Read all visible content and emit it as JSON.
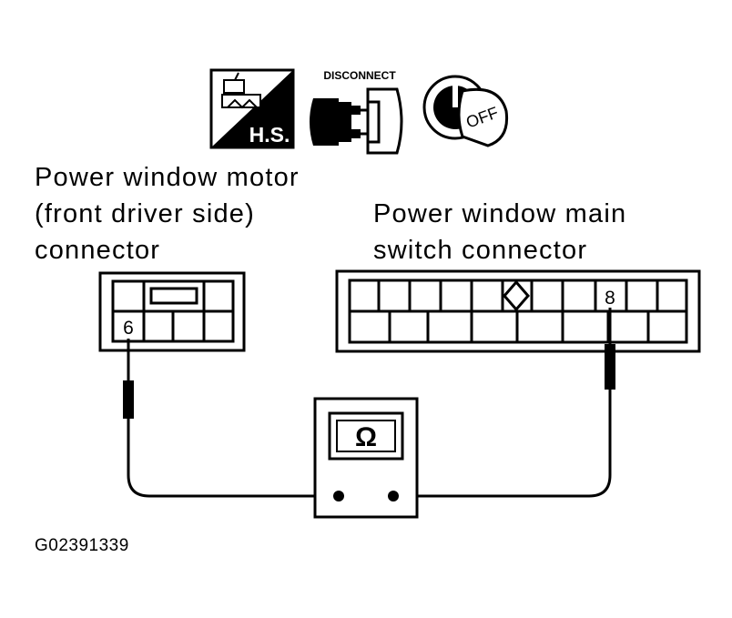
{
  "icons": {
    "hs_label": "H.S.",
    "disconnect_label": "DISCONNECT",
    "ignition_label": "OFF"
  },
  "motor_connector": {
    "label_lines": [
      "Power window motor",
      "(front driver side)",
      "connector"
    ],
    "pin": "6"
  },
  "switch_connector": {
    "label_lines": [
      "Power window main",
      "switch connector"
    ],
    "pin": "8"
  },
  "meter": {
    "symbol": "Ω"
  },
  "figure_code": "G02391339"
}
